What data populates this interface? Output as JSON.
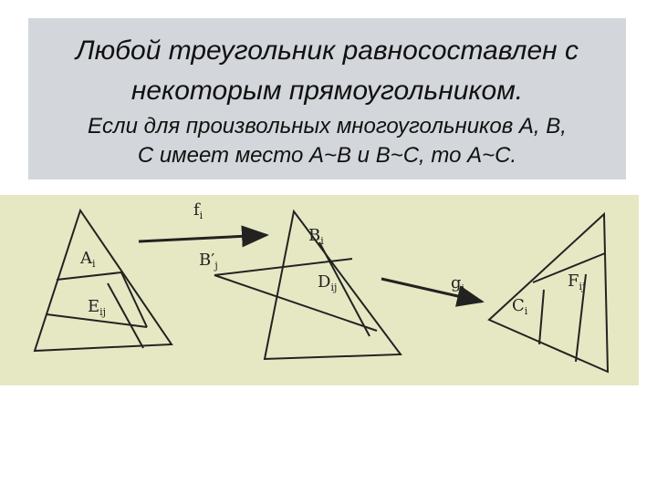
{
  "header": {
    "title_line1": "Любой треугольник равносоставлен с",
    "title_line2": "некоторым прямоугольником.",
    "statement_line1": "Если для произвольных многоугольников A, B,",
    "statement_line2": "C имеет место A~B и B~C, то A~C."
  },
  "figure": {
    "labels": {
      "f": "f",
      "f_sub": "i",
      "a": "A",
      "a_sub": "i",
      "e": "E",
      "e_sub": "ij",
      "b": "B",
      "b_sub": "i",
      "bprime": "B′",
      "bprime_sub": "j",
      "d": "D",
      "d_sub": "ij",
      "g": "g",
      "g_sub": "i",
      "c": "C",
      "c_sub": "i",
      "ff": "F",
      "ff_sub": "ij"
    }
  }
}
